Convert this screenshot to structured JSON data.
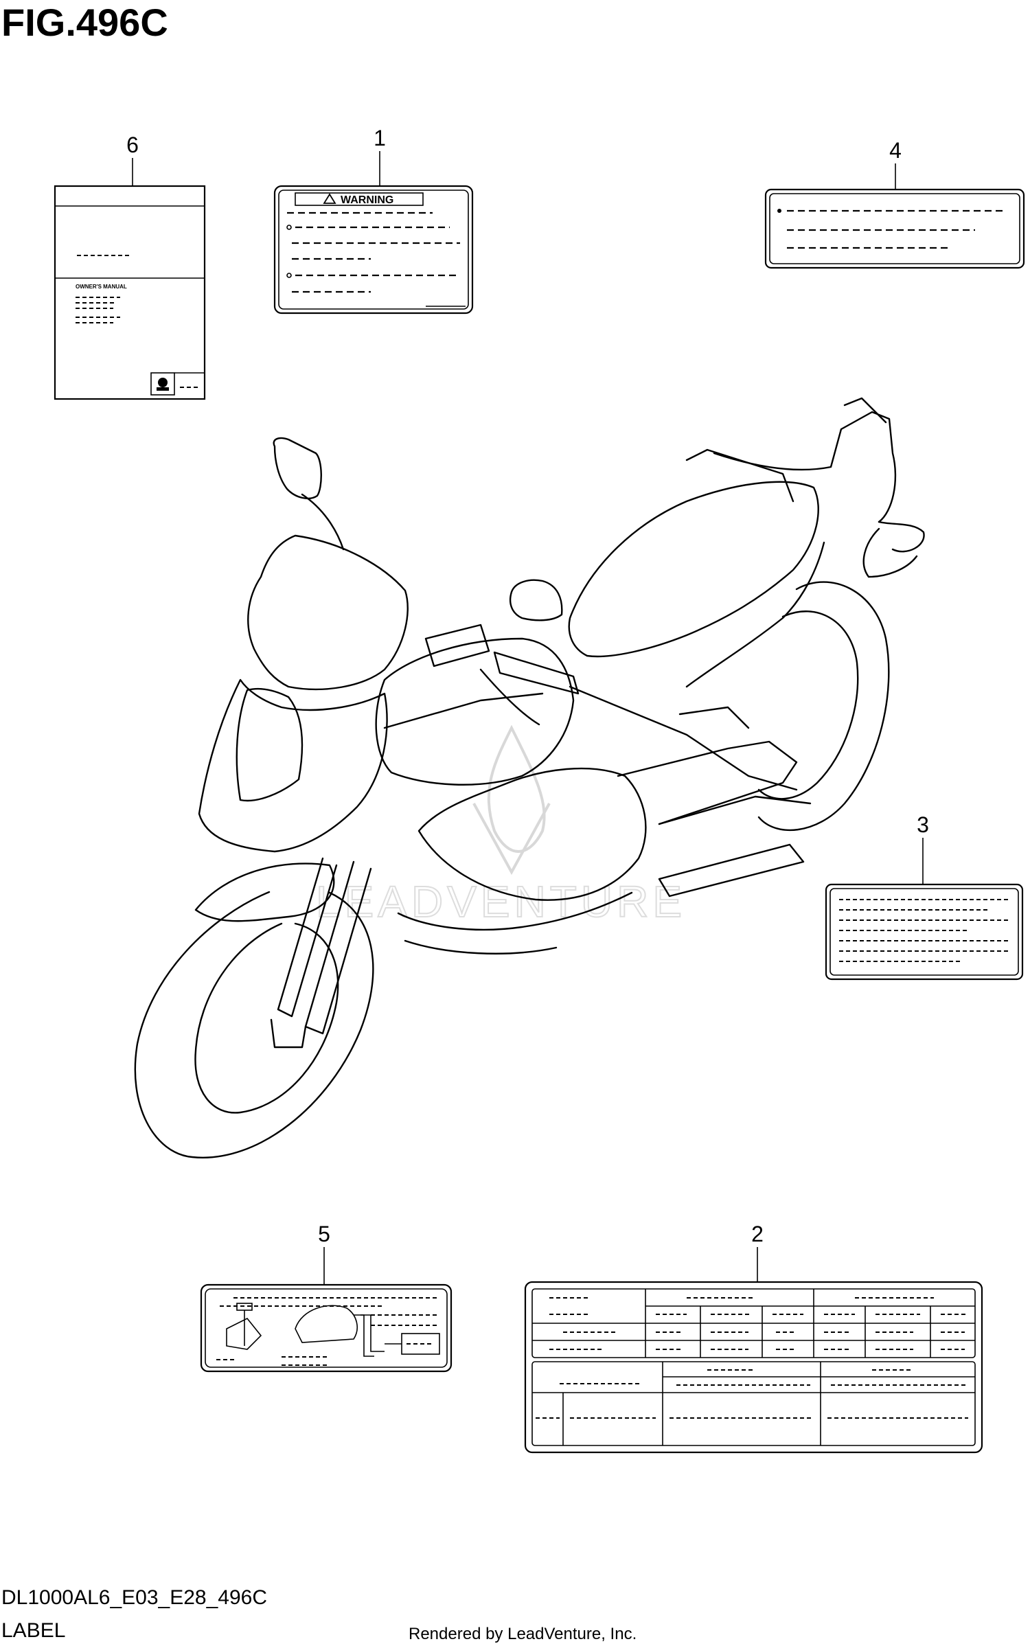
{
  "figure": {
    "title": "FIG.496C",
    "code": "DL1000AL6_E03_E28_496C",
    "caption": "LABEL",
    "credit": "Rendered by LeadVenture, Inc."
  },
  "watermark": {
    "text": "LEADVENTURE"
  },
  "callouts": [
    {
      "id": "1",
      "label": "1"
    },
    {
      "id": "2",
      "label": "2"
    },
    {
      "id": "3",
      "label": "3"
    },
    {
      "id": "4",
      "label": "4"
    },
    {
      "id": "5",
      "label": "5"
    },
    {
      "id": "6",
      "label": "6"
    }
  ],
  "labels": {
    "warning": {
      "header": "WARNING"
    },
    "manual": {
      "title": "OWNER'S MANUAL"
    }
  }
}
